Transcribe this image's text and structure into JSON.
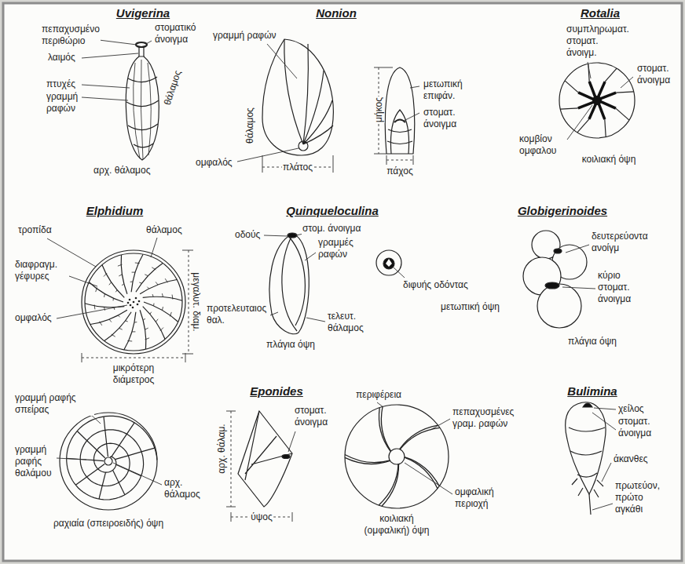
{
  "diagram": {
    "labels": [
      "Uvigerina",
      "πεπαχυσμένο περιθώριο",
      "στοματικό άνοιγμα",
      "λαιμός",
      "πτυχές",
      "γραμμή ραφών",
      "θάλαμος",
      "αρχ. θάλαμος",
      "Nonion",
      "γραμμή ραφών",
      "θάλαμος",
      "ομφαλός",
      "πλάτος",
      "μήκος",
      "μετωπική επιφάν.",
      "στοματ. άνοιγμα",
      "πάχος",
      "Rotalia",
      "συμπληρωματ. στοματ. άνοιγμ.",
      "στοματ. άνοιγμα",
      "κομβίον ομφαλου",
      "κοιλιακή όψη",
      "Elphidium",
      "τροπίδα",
      "θάλαμος",
      "διαφραγμ. γέφυρες",
      "ομφαλός",
      "μεγαλυτ. διαμ.",
      "μικρότερη διάμετρος",
      "Quinqueloculina",
      "οδούς",
      "στομ. άνοιγμα",
      "γραμμές ραφών",
      "διφυής οδόντας",
      "προτελευταιος θαλ.",
      "τελευτ. θάλαμος",
      "πλάγια όψη",
      "Globigerinoides",
      "δευτερεύοντα ανοίγμ",
      "κύριο στοματ. άνοιγμα",
      "μετωπική όψη",
      "πλάγια όψη",
      "γραμμή ραφής σπείρας",
      "γραμμή ραφής θαλάμου",
      "αρχ. θάλαμος",
      "ραχιαία (σπειροειδής) όψη",
      "Eponides",
      "αρχ. θάλαμ.",
      "στοματ. άνοιγμα",
      "ύψος",
      "περιφέρεια",
      "πεπαχυσμένες γραμ. ραφών",
      "κοιλιακή (ομφαλική) όψη",
      "ομφαλική περιοχή",
      "Bulimina",
      "χείλος",
      "στοματ. άνοιγμα",
      "άκανθες",
      "πρωτεύον, πρώτο αγκάθι"
    ]
  }
}
